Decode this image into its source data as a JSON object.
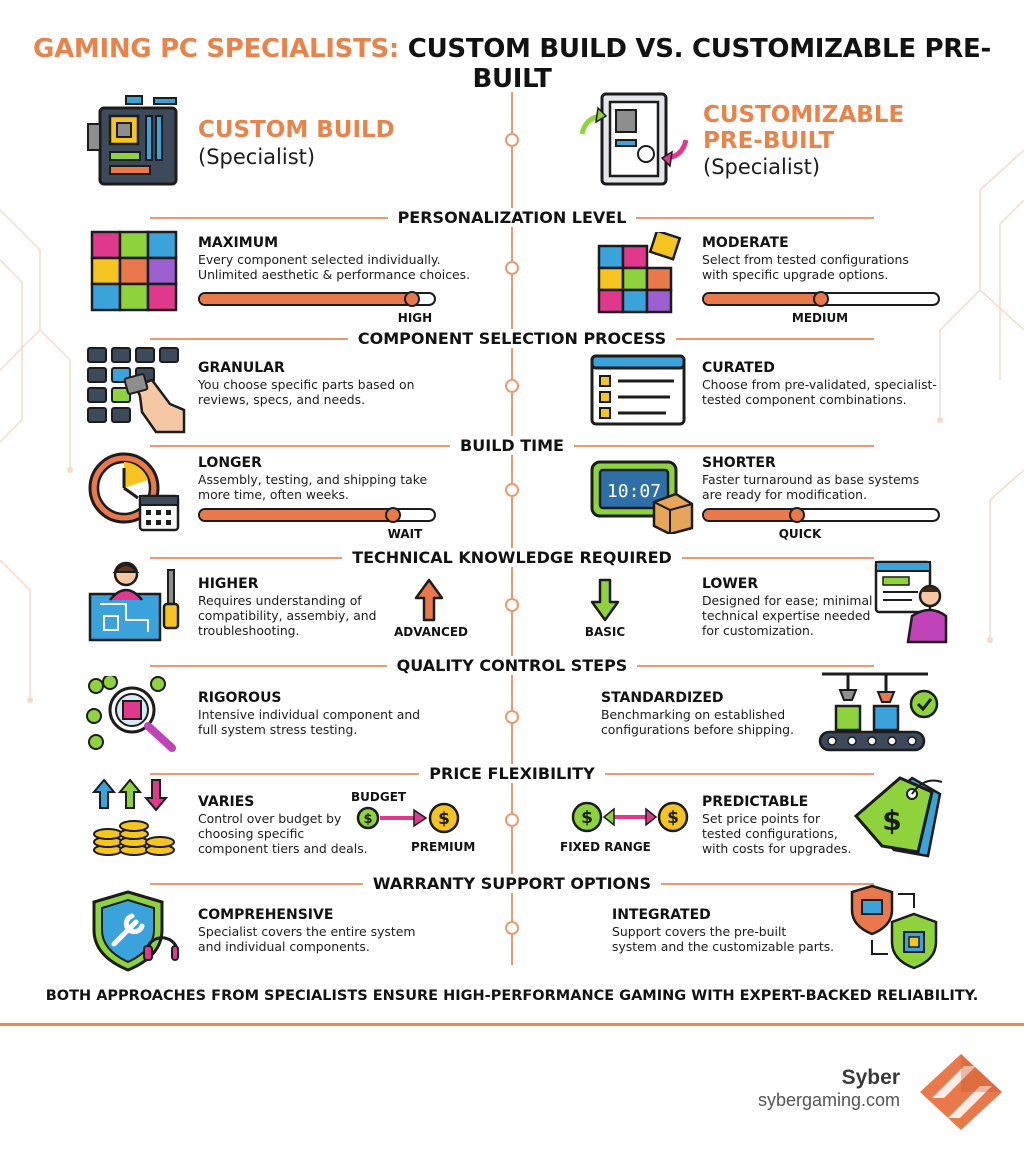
{
  "title": {
    "part1": "GAMING PC SPECIALISTS:",
    "part2": "CUSTOM BUILD VS. CUSTOMIZABLE PRE-BUILT"
  },
  "left_header": {
    "title": "CUSTOM BUILD",
    "subtitle": "(Specialist)"
  },
  "right_header": {
    "title_line1": "CUSTOMIZABLE",
    "title_line2": "PRE-BUILT",
    "subtitle": "(Specialist)"
  },
  "sections": [
    {
      "label": "PERSONALIZATION LEVEL",
      "left": {
        "heading": "MAXIMUM",
        "lines": [
          "Every component selected individually.",
          "Unlimited aesthetic & performance choices."
        ],
        "meter_label": "HIGH",
        "meter_value": 0.9
      },
      "right": {
        "heading": "MODERATE",
        "lines": [
          "Select from tested configurations",
          "with specific upgrade options."
        ],
        "meter_label": "MEDIUM",
        "meter_value": 0.5
      }
    },
    {
      "label": "COMPONENT SELECTION PROCESS",
      "left": {
        "heading": "GRANULAR",
        "lines": [
          "You choose specific parts based on",
          "reviews, specs, and needs."
        ]
      },
      "right": {
        "heading": "CURATED",
        "lines": [
          "Choose from pre-validated, specialist-",
          "tested component combinations."
        ]
      }
    },
    {
      "label": "BUILD TIME",
      "left": {
        "heading": "LONGER",
        "lines": [
          "Assembly, testing, and shipping take",
          "more time, often weeks."
        ],
        "meter_label": "WAIT",
        "meter_value": 0.82
      },
      "right": {
        "heading": "SHORTER",
        "lines": [
          "Faster turnaround as base systems",
          "are ready for modification."
        ],
        "meter_label": "QUICK",
        "meter_value": 0.4
      }
    },
    {
      "label": "TECHNICAL KNOWLEDGE REQUIRED",
      "left": {
        "heading": "HIGHER",
        "lines": [
          "Requires understanding of",
          "compatibility, assembiy, and",
          "troubleshooting."
        ],
        "arrow_label": "ADVANCED"
      },
      "right": {
        "heading": "LOWER",
        "lines": [
          "Designed for ease; minimal",
          "technical expertise needed",
          "for customization."
        ],
        "arrow_label": "BASIC"
      }
    },
    {
      "label": "QUALITY CONTROL STEPS",
      "left": {
        "heading": "RIGOROUS",
        "lines": [
          "Intensive individual component and",
          "full system stress testing."
        ]
      },
      "right": {
        "heading": "STANDARDIZED",
        "lines": [
          "Benchmarking on established",
          "configurations before shipping."
        ]
      }
    },
    {
      "label": "PRICE FLEXIBILITY",
      "left": {
        "heading": "VARIES",
        "lines": [
          "Control over budget by",
          "choosing specific",
          "component tiers and deals."
        ],
        "from_label": "BUDGET",
        "to_label": "PREMIUM"
      },
      "right": {
        "heading": "PREDICTABLE",
        "lines": [
          "Set price points for",
          "tested configurations,",
          "with costs for upgrades."
        ],
        "range_label": "FIXED RANGE"
      }
    },
    {
      "label": "WARRANTY SUPPORT OPTIONS",
      "left": {
        "heading": "COMPREHENSIVE",
        "lines": [
          "Specialist covers the entire system",
          "and individual components."
        ]
      },
      "right": {
        "heading": "INTEGRATED",
        "lines": [
          "Support covers the pre-built",
          "system and the customizable parts."
        ]
      }
    }
  ],
  "clock_display": "10:07",
  "currency_symbol": "$",
  "footer": "BOTH APPROACHES FROM SPECIALISTS ENSURE HIGH-PERFORMANCE GAMING WITH EXPERT-BACKED RELIABILITY.",
  "brand": {
    "name": "Syber",
    "url": "sybergaming.com"
  },
  "colors": {
    "accent": "#e8834a",
    "green": "#8fd33c",
    "pink": "#e0388c",
    "blue": "#3aa3dc",
    "yellow": "#f5c420",
    "outline": "#1c1c1c"
  }
}
